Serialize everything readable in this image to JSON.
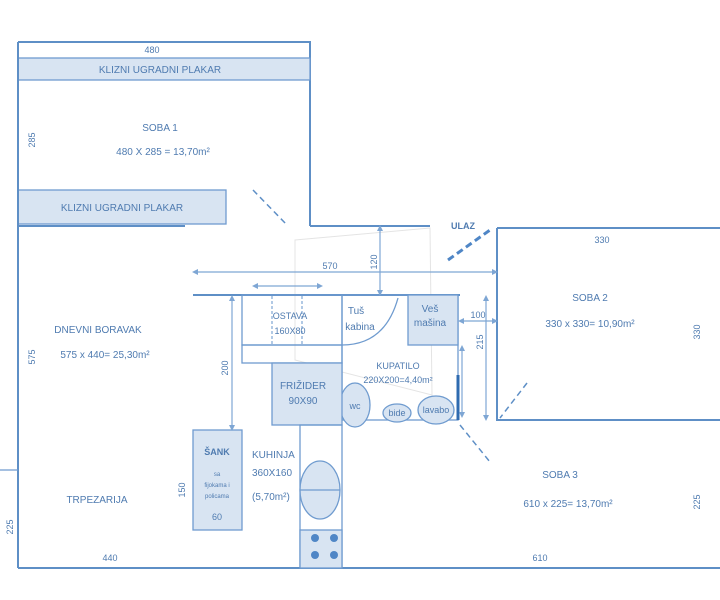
{
  "rooms": {
    "plakar_top": "KLIZNI UGRADNI PLAKAR",
    "plakar_top_dim": "480",
    "soba1": "SOBA 1",
    "soba1_area": "480 X 285 = 13,70m²",
    "soba1_dim": "285",
    "plakar_bottom": "KLIZNI UGRADNI PLAKAR",
    "ulaz": "ULAZ",
    "soba2": "SOBA 2",
    "soba2_area": "330 x 330= 10,90m²",
    "soba2_dim_top": "330",
    "soba2_dim_right": "330",
    "dnevni": "DNEVNI BORAVAK",
    "dnevni_area": "575 x 440= 25,30m²",
    "dnevni_dim": "575",
    "ostava": "OSTAVA",
    "ostava_dim": "160X80",
    "tus_1": "Tuš",
    "tus_2": "kabina",
    "ves_1": "Veš",
    "ves_2": "mašina",
    "kupatilo": "KUPATILO",
    "kupatilo_area": "220X200=4,40m²",
    "frizider": "FRIŽIDER",
    "frizider_dim": "90X90",
    "wc": "wc",
    "bide": "bide",
    "lavabo": "lavabo",
    "sank": "ŠANK",
    "sank_1": "sa",
    "sank_2": "fijokama i",
    "sank_3": "policama",
    "sank_dim": "60",
    "kuhinja": "KUHINJA",
    "kuhinja_dim": "360X160",
    "kuhinja_area": "(5,70m²)",
    "trpezarija": "TRPEZARIJA",
    "soba3": "SOBA 3",
    "soba3_area": "610 x 225= 13,70m²",
    "soba3_dim": "225"
  },
  "dimensions": {
    "d570": "570",
    "d120": "120",
    "d100": "100",
    "d215": "215",
    "d200": "200",
    "d150": "150",
    "d440": "440",
    "d610": "610",
    "d225_left": "225"
  },
  "colors": {
    "wall": "#5e8fc6",
    "fill": "#d8e4f2",
    "text": "#4f7bb0"
  }
}
